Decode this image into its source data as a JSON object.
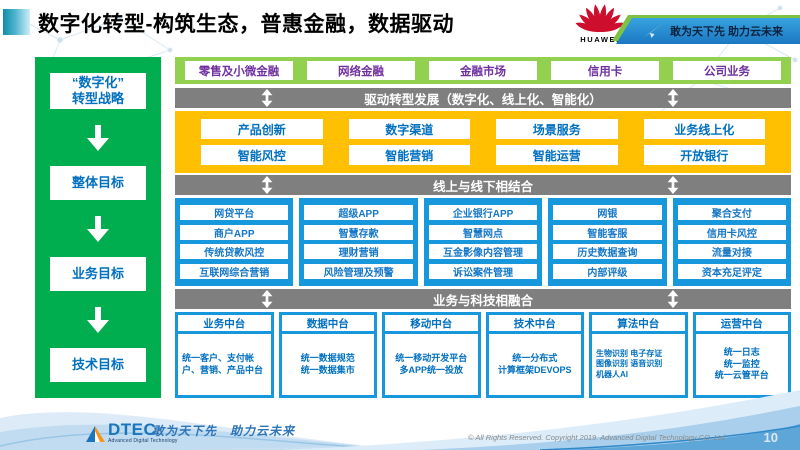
{
  "slide": {
    "title": "数字化转型-构筑生态，普惠金融，数据驱动",
    "page_number": "10"
  },
  "branding": {
    "huawei_label": "HUAWEI",
    "top_banner_slogan": "敢为天下先 助力云未来",
    "footer_logo": "DTEC",
    "footer_logo_tagline": "Advanced Digital Technology",
    "footer_slogan": "敢为天下先　助力云未来",
    "copyright": "© All Rights Reserved. Copyright 2019. Advanced Digital Technology CO.,Ltd"
  },
  "sidebar": {
    "items": [
      "“数字化”\n转型战略",
      "整体目标",
      "业务目标",
      "技术目标"
    ]
  },
  "main": {
    "business_lines": [
      "零售及小微金融",
      "网络金融",
      "金融市场",
      "信用卡",
      "公司业务"
    ],
    "banner_drive": "驱动转型发展（数字化、线上化、智能化）",
    "capability_rows": [
      [
        "产品创新",
        "数字渠道",
        "场景服务",
        "业务线上化"
      ],
      [
        "智能风控",
        "智能营销",
        "智能运营",
        "开放银行"
      ]
    ],
    "banner_online_offline": "线上与线下相结合",
    "channel_columns": [
      [
        "网贷平台",
        "商户APP",
        "传统贷款风控",
        "互联网综合营销"
      ],
      [
        "超级APP",
        "智慧存款",
        "理财营销",
        "风险管理及预警"
      ],
      [
        "企业银行APP",
        "智慧网点",
        "互金影像内容管理",
        "诉讼案件管理"
      ],
      [
        "网银",
        "智能客服",
        "历史数据查询",
        "内部评级"
      ],
      [
        "聚合支付",
        "信用卡风控",
        "流量对接",
        "资本充足评定"
      ]
    ],
    "banner_tech": "业务与科技相融合",
    "platforms": [
      {
        "title": "业务中台",
        "body": "统一客户、支付帐户、营销、产品中台"
      },
      {
        "title": "数据中台",
        "body": "统一数据规范\n统一数据集市"
      },
      {
        "title": "移动中台",
        "body": "统一移动开发平台\n多APP统一投放"
      },
      {
        "title": "技术中台",
        "body": "统一分布式\n计算框架DEVOPS"
      },
      {
        "title": "算法中台",
        "body": "生物识别 电子存证\n图像识别 语音识别\n机器人AI"
      },
      {
        "title": "运营中台",
        "body": "统一日志\n统一监控\n统一云管平台"
      }
    ]
  },
  "colors": {
    "sidebar_green": "#00AE50",
    "light_green": "#92D050",
    "gray_banner": "#7F7F7F",
    "gold": "#FFC002",
    "blue_panel": "#1798DC",
    "box_text_blue": "#0070C0",
    "business_line_purple": "#7030A0",
    "huawei_red": "#CE0E2D"
  }
}
